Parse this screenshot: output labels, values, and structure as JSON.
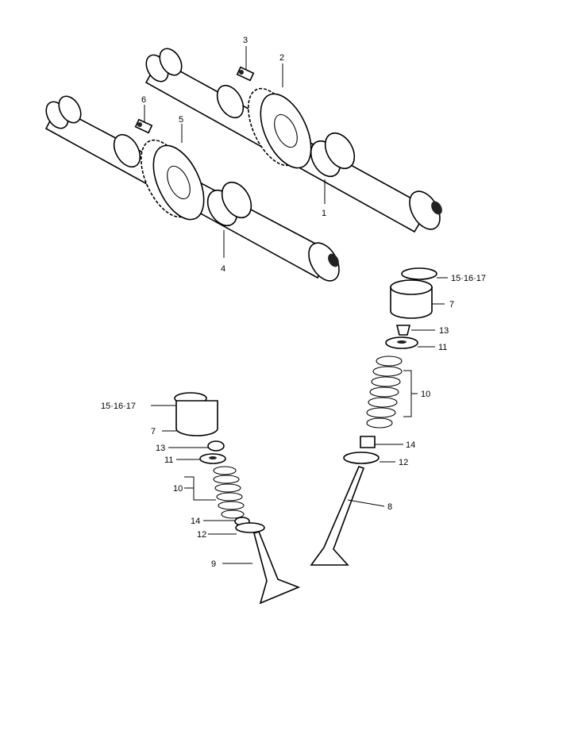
{
  "callouts": [
    {
      "id": "c1",
      "text": "1"
    },
    {
      "id": "c2",
      "text": "2"
    },
    {
      "id": "c3",
      "text": "3"
    },
    {
      "id": "c4",
      "text": "4"
    },
    {
      "id": "c5",
      "text": "5"
    },
    {
      "id": "c6",
      "text": "6"
    },
    {
      "id": "c7r",
      "text": "7"
    },
    {
      "id": "c7l",
      "text": "7"
    },
    {
      "id": "c8",
      "text": "8"
    },
    {
      "id": "c9",
      "text": "9"
    },
    {
      "id": "c10r",
      "text": "10"
    },
    {
      "id": "c10l",
      "text": "10"
    },
    {
      "id": "c11r",
      "text": "11"
    },
    {
      "id": "c11l",
      "text": "11"
    },
    {
      "id": "c12r",
      "text": "12"
    },
    {
      "id": "c12l",
      "text": "12"
    },
    {
      "id": "c13r",
      "text": "13"
    },
    {
      "id": "c13l",
      "text": "13"
    },
    {
      "id": "c14r",
      "text": "14"
    },
    {
      "id": "c14l",
      "text": "14"
    },
    {
      "id": "c15r",
      "text": "15·16·17"
    },
    {
      "id": "c15l",
      "text": "15·16·17"
    }
  ]
}
